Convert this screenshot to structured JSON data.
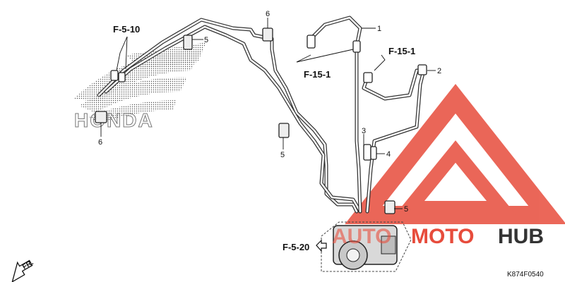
{
  "references": {
    "f_5_10": "F-5-10",
    "f_15_1_left": "F-15-1",
    "f_15_1_right": "F-15-1",
    "f_5_20": "F-5-20"
  },
  "callouts": {
    "part_1": "1",
    "part_2": "2",
    "part_3": "3",
    "part_4": "4",
    "part_5_top": "5",
    "part_5_mid": "5",
    "part_5_right": "5",
    "part_6_top": "6",
    "part_6_left": "6"
  },
  "front_marker": "FR.",
  "diagram_code": "K874F0540",
  "background_logo": "HONDA",
  "watermark": {
    "word_a": "AUTO",
    "word_b": "MOTO",
    "word_c": "HUB",
    "color_primary": "#e74c3c",
    "color_dark": "#333333"
  }
}
